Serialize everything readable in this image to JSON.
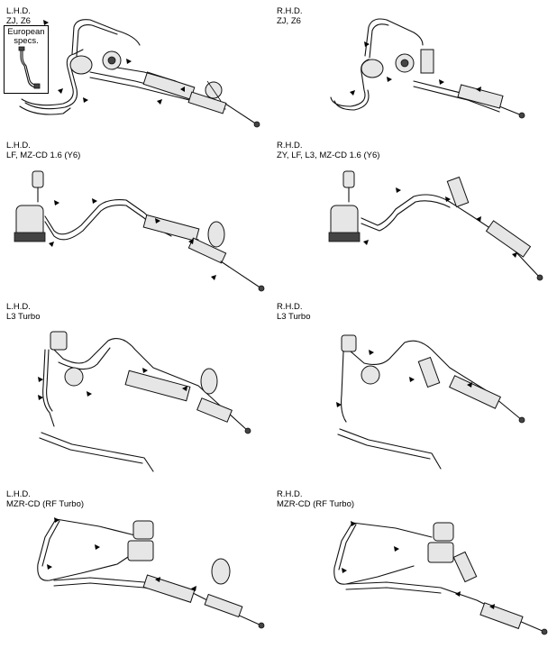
{
  "diagrams": [
    {
      "side": "L.H.D.",
      "engine": "ZJ, Z6",
      "inset": "European specs.",
      "icon": "power-steering-piping-lhd"
    },
    {
      "side": "R.H.D.",
      "engine": "ZJ, Z6",
      "icon": "power-steering-piping-rhd"
    },
    {
      "side": "L.H.D.",
      "engine": "LF, MZ-CD 1.6 (Y6)",
      "icon": "power-steering-piping-lhd-electric-pump"
    },
    {
      "side": "R.H.D.",
      "engine": "ZY, LF, L3, MZ-CD 1.6 (Y6)",
      "icon": "power-steering-piping-rhd-electric-pump"
    },
    {
      "side": "L.H.D.",
      "engine": "L3 Turbo",
      "icon": "power-steering-piping-lhd-turbo"
    },
    {
      "side": "R.H.D.",
      "engine": "L3 Turbo",
      "icon": "power-steering-piping-rhd-turbo"
    },
    {
      "side": "L.H.D.",
      "engine": "MZR-CD  (RF Turbo)",
      "icon": "power-steering-piping-lhd-diesel"
    },
    {
      "side": "R.H.D.",
      "engine": "MZR-CD  (RF Turbo)",
      "icon": "power-steering-piping-rhd-diesel"
    }
  ],
  "colors": {
    "line": "#111111",
    "background": "#ffffff"
  }
}
